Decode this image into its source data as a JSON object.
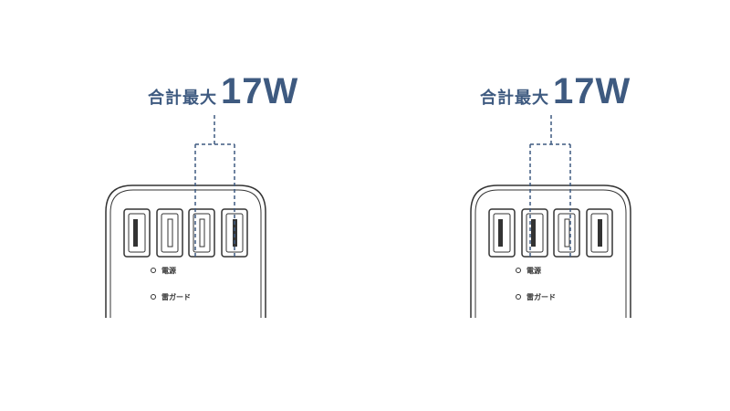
{
  "panels": [
    {
      "caption_label": "合計最大",
      "caption_value": "17W",
      "indicators": [
        "電源",
        "雷ガード"
      ]
    },
    {
      "caption_label": "合計最大",
      "caption_value": "17W",
      "indicators": [
        "電源",
        "雷ガード"
      ]
    }
  ],
  "colors": {
    "accent": "#3e5a80",
    "outline": "#333333"
  }
}
